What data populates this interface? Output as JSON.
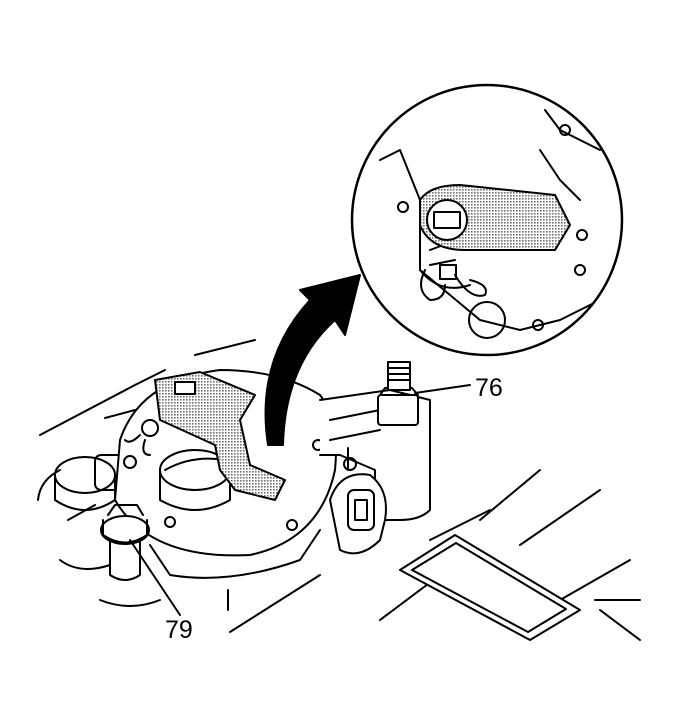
{
  "diagram": {
    "callouts": [
      {
        "id": "76",
        "text": "76"
      },
      {
        "id": "79",
        "text": "79"
      }
    ],
    "colors": {
      "line": "#000000",
      "background": "#ffffff",
      "hatch": "#9a9a9a"
    }
  }
}
